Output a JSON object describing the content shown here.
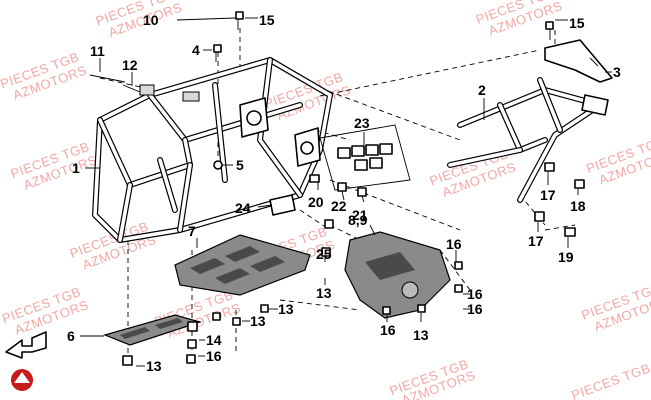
{
  "watermark": {
    "line1": "PIECES TGB",
    "line2": "AZMOTORS"
  },
  "callouts": {
    "c10": "10",
    "c15a": "15",
    "c4": "4",
    "c11": "11",
    "c12": "12",
    "c1": "1",
    "c5": "5",
    "c24": "24",
    "c20": "20",
    "c22": "22",
    "c21": "21",
    "c23": "23",
    "c2": "2",
    "c15b": "15",
    "c3": "3",
    "c17a": "17",
    "c18": "18",
    "c17b": "17",
    "c19": "19",
    "c7": "7",
    "c89": "8,9",
    "c16a": "16",
    "c16b": "16",
    "c16c": "16",
    "c16d": "16",
    "c16e": "16",
    "c25": "25",
    "c13a": "13",
    "c13b": "13",
    "c13c": "13",
    "c13d": "13",
    "c13e": "13",
    "c6": "6",
    "c14": "14"
  },
  "colors": {
    "watermark": "#f1a7a4",
    "logo": "#c61c1c",
    "plate": "#8a8a8a"
  },
  "icons": [
    "front-direction-arrow-icon",
    "brand-logo-icon"
  ]
}
